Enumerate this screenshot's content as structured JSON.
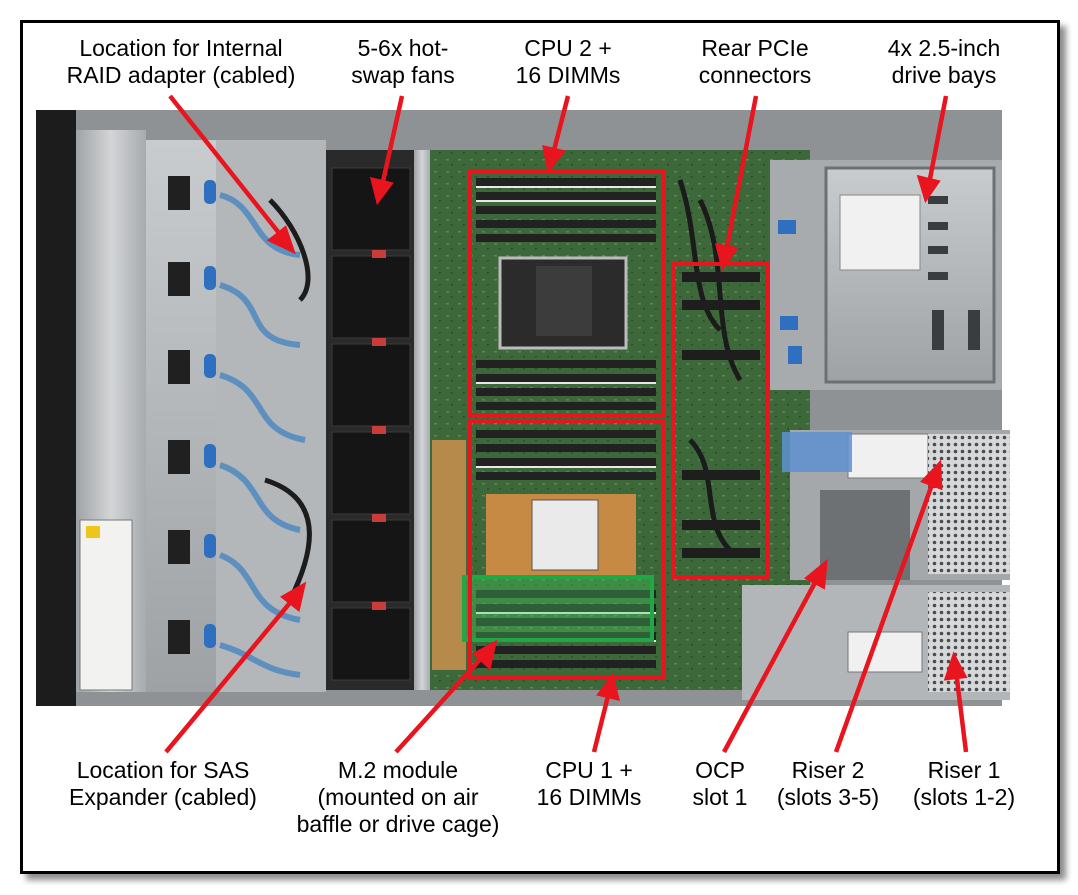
{
  "colors": {
    "callout_arrow": "#e8141e",
    "cpu_box": "#e8141e",
    "pcie_box": "#e8141e",
    "m2_box": "#1fa845",
    "chassis_metal": "#b9bcbe",
    "motherboard": "#3f6a3a",
    "fan": "#1b1b1b"
  },
  "labels": {
    "raid": {
      "lines": [
        "Location for Internal",
        "RAID adapter (cabled)"
      ]
    },
    "fans": {
      "lines": [
        "5-6x hot-",
        "swap fans"
      ]
    },
    "cpu2": {
      "lines": [
        "CPU 2 +",
        "16 DIMMs"
      ]
    },
    "pcie": {
      "lines": [
        "Rear PCIe",
        "connectors"
      ]
    },
    "bays": {
      "lines": [
        "4x 2.5-inch",
        "drive bays"
      ]
    },
    "sas": {
      "lines": [
        "Location for SAS",
        "Expander (cabled)"
      ]
    },
    "m2": {
      "lines": [
        "M.2 module",
        "(mounted on air",
        "baffle or drive cage)"
      ]
    },
    "cpu1": {
      "lines": [
        "CPU 1 +",
        "16 DIMMs"
      ]
    },
    "ocp": {
      "lines": [
        "OCP",
        "slot 1"
      ]
    },
    "riser2": {
      "lines": [
        "Riser 2",
        "(slots 3-5)"
      ]
    },
    "riser1": {
      "lines": [
        "Riser 1",
        "(slots 1-2)"
      ]
    }
  },
  "icons": [
    "fan-icon",
    "cpu-socket-icon",
    "dimm-icon",
    "drive-bay-icon",
    "riser-icon",
    "cable-icon",
    "arrow-icon"
  ]
}
